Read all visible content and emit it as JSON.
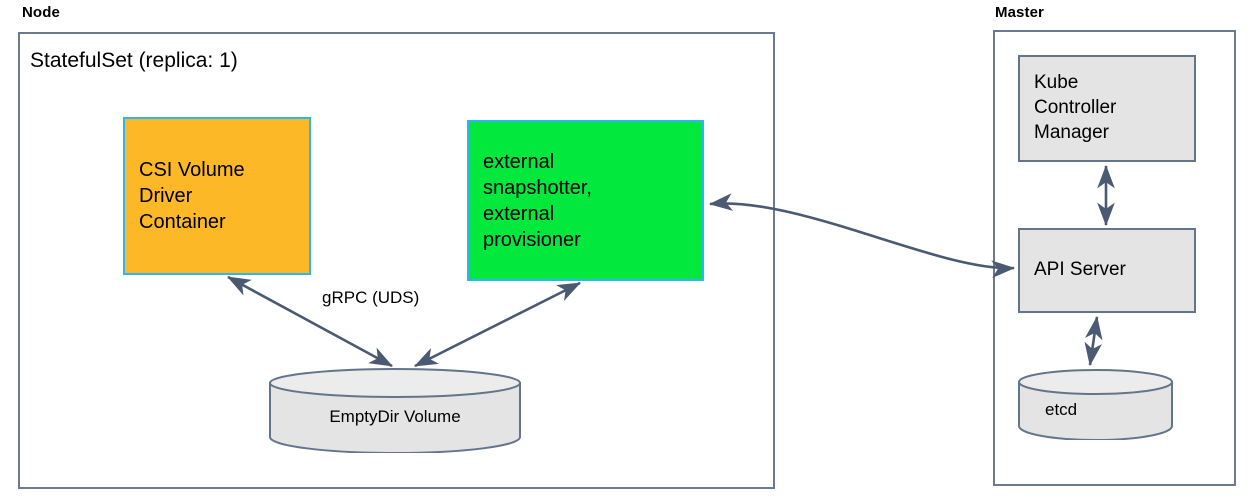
{
  "diagram": {
    "title_node": "Node",
    "title_master": "Master",
    "statefulset_label": "StatefulSet (replica: 1)",
    "edge_label_grpc": "gRPC (UDS)",
    "colors": {
      "orange_fill": "#fcb827",
      "green_fill": "#03e83d",
      "cyan_border": "#2bb8f0",
      "gray_fill": "#e4e4e4",
      "gray_border": "#64748b",
      "container_border": "#6b7a90",
      "arrow": "#4a5a72",
      "background": "#ffffff"
    },
    "nodes": {
      "csi_driver": {
        "label": "CSI Volume\nDriver\nContainer",
        "fill": "#fcb827",
        "border": "#2bb8f0"
      },
      "external_sidecars": {
        "label": "external\nsnapshotter,\nexternal\nprovisioner",
        "fill": "#03e83d",
        "border": "#2bb8f0"
      },
      "emptydir_volume": {
        "label": "EmptyDir Volume",
        "shape": "cylinder",
        "fill": "#e4e4e4"
      },
      "kube_controller_manager": {
        "label": "Kube\nController\nManager",
        "fill": "#e4e4e4",
        "border": "#64748b"
      },
      "api_server": {
        "label": "API Server",
        "fill": "#e4e4e4",
        "border": "#64748b"
      },
      "etcd": {
        "label": "etcd",
        "shape": "cylinder",
        "fill": "#e4e4e4"
      }
    },
    "edges": [
      {
        "from": "csi_driver",
        "to": "emptydir_volume",
        "label": "gRPC (UDS)",
        "arrowheads": "both",
        "style": "straight"
      },
      {
        "from": "external_sidecars",
        "to": "emptydir_volume",
        "label": "",
        "arrowheads": "both",
        "style": "straight"
      },
      {
        "from": "external_sidecars",
        "to": "api_server",
        "label": "",
        "arrowheads": "both",
        "style": "curved"
      },
      {
        "from": "kube_controller_manager",
        "to": "api_server",
        "label": "",
        "arrowheads": "both",
        "style": "straight"
      },
      {
        "from": "api_server",
        "to": "etcd",
        "label": "",
        "arrowheads": "both",
        "style": "straight"
      }
    ]
  }
}
